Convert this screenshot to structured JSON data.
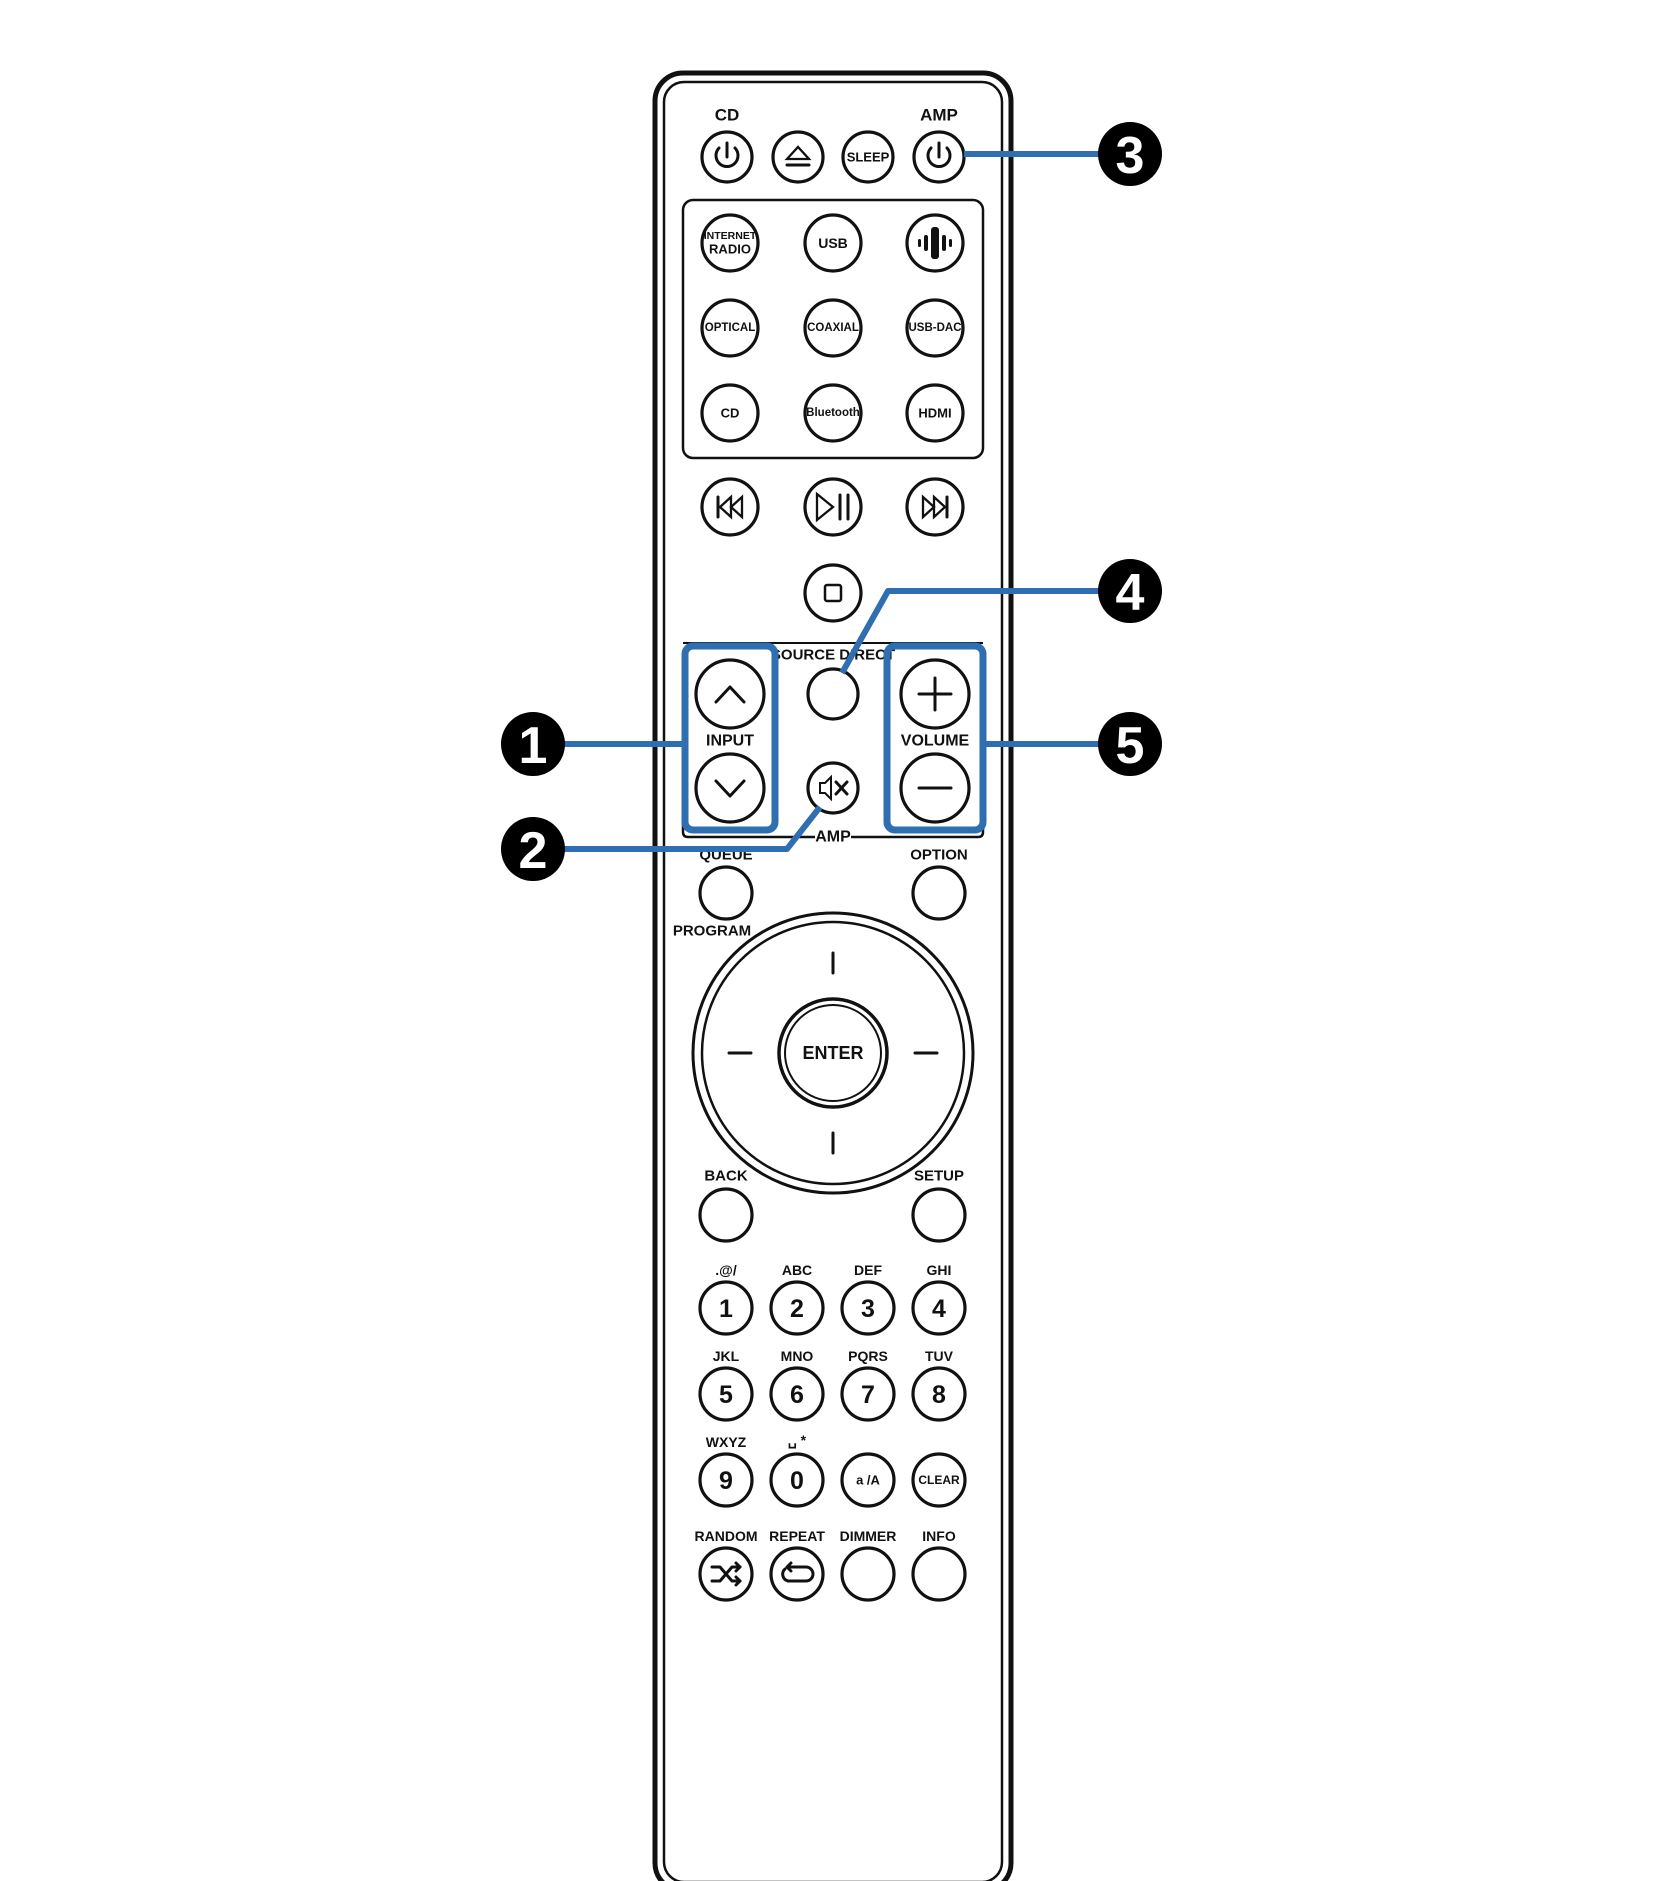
{
  "remote": {
    "top": {
      "cd_label": "CD",
      "amp_label": "AMP",
      "sleep": "SLEEP"
    },
    "sources": {
      "internet_radio_line1": "INTERNET",
      "internet_radio_line2": "RADIO",
      "usb": "USB",
      "optical": "OPTICAL",
      "coaxial": "COAXIAL",
      "usb_dac": "USB-DAC",
      "cd": "CD",
      "bluetooth": "Bluetooth",
      "hdmi": "HDMI"
    },
    "amp_section": {
      "source_direct": "SOURCE DIRECT",
      "input": "INPUT",
      "volume": "VOLUME",
      "amp": "AMP"
    },
    "nav": {
      "queue": "QUEUE",
      "option": "OPTION",
      "program": "PROGRAM",
      "enter": "ENTER",
      "back": "BACK",
      "setup": "SETUP"
    },
    "keypad": [
      {
        "digit": "1",
        "letters": ".@/"
      },
      {
        "digit": "2",
        "letters": "ABC"
      },
      {
        "digit": "3",
        "letters": "DEF"
      },
      {
        "digit": "4",
        "letters": "GHI"
      },
      {
        "digit": "5",
        "letters": "JKL"
      },
      {
        "digit": "6",
        "letters": "MNO"
      },
      {
        "digit": "7",
        "letters": "PQRS"
      },
      {
        "digit": "8",
        "letters": "TUV"
      },
      {
        "digit": "9",
        "letters": "WXYZ"
      },
      {
        "digit": "0",
        "letters": "␣ *"
      }
    ],
    "keypad_extra": {
      "case": "a /A",
      "clear": "CLEAR"
    },
    "bottom": {
      "random": "RANDOM",
      "repeat": "REPEAT",
      "dimmer": "DIMMER",
      "info": "INFO"
    }
  },
  "callouts": {
    "c1": "1",
    "c2": "2",
    "c3": "3",
    "c4": "4",
    "c5": "5",
    "color": "#2f6eb0"
  }
}
